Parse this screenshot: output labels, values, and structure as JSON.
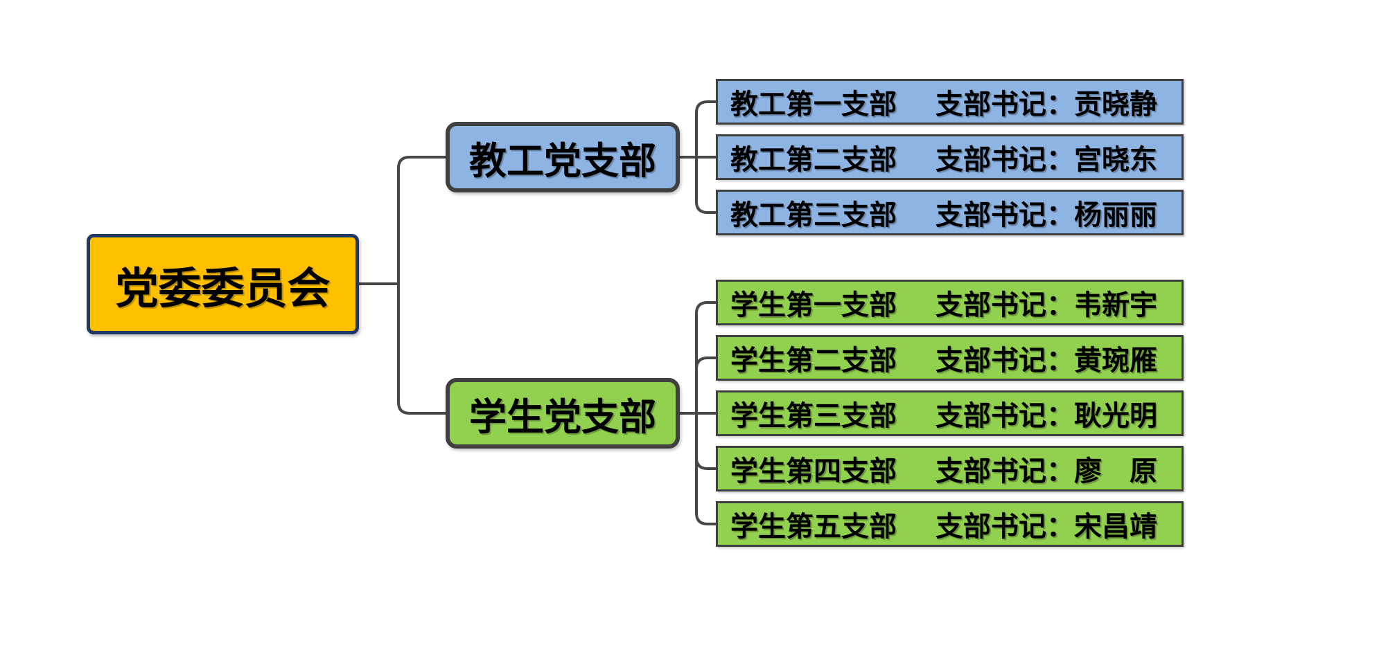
{
  "diagram": {
    "root": {
      "label": "党委委员会"
    },
    "branches": [
      {
        "label": "教工党支部",
        "children": [
          {
            "unit": "教工第一支部",
            "secretary": "支部书记：贡晓静"
          },
          {
            "unit": "教工第二支部",
            "secretary": "支部书记：宫晓东"
          },
          {
            "unit": "教工第三支部",
            "secretary": "支部书记：杨丽丽"
          }
        ]
      },
      {
        "label": "学生党支部",
        "children": [
          {
            "unit": "学生第一支部",
            "secretary": "支部书记：韦新宇"
          },
          {
            "unit": "学生第二支部",
            "secretary": "支部书记：黄琬雁"
          },
          {
            "unit": "学生第三支部",
            "secretary": "支部书记：耿光明"
          },
          {
            "unit": "学生第四支部",
            "secretary": "支部书记：廖　原"
          },
          {
            "unit": "学生第五支部",
            "secretary": "支部书记：宋昌靖"
          }
        ]
      }
    ],
    "colors": {
      "root_fill": "#FFC000",
      "root_border": "#1F3864",
      "faculty_fill": "#8EB4E3",
      "student_fill": "#92D050",
      "node_border": "#404040",
      "connector": "#474747",
      "text": "#000000",
      "background": "#FFFFFF"
    }
  }
}
